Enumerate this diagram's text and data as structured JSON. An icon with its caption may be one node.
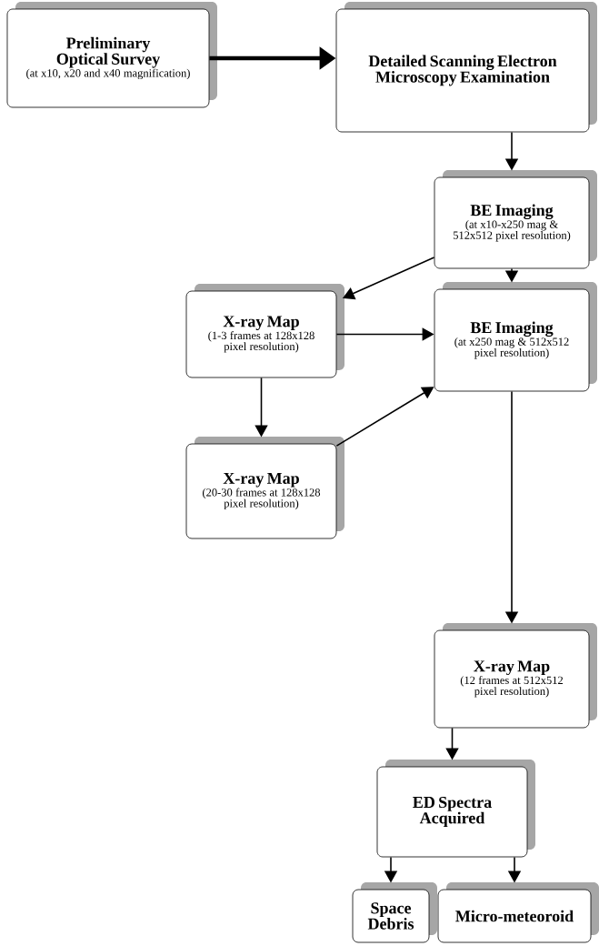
{
  "diagram": {
    "nodes": [
      {
        "text": [
          "Preliminary Optical Survey",
          "(at x10, x20 and x40 magnification)"
        ]
      },
      {
        "text": [
          "Detailed Scanning Electron Microscopy Examination"
        ]
      },
      {
        "text": [
          "BE Imaging",
          "(at x10-x250 mag & 512x512 pixel resolution)"
        ]
      },
      {
        "text": [
          "X-ray Map",
          "(1-3 frames at 128x128 pixel resolution)"
        ]
      },
      {
        "text": [
          "BE Imaging",
          "(at x250 mag & 512x512 pixel resolution)"
        ]
      },
      {
        "text": [
          "X-ray Map",
          "(20-30 frames at 128x128 pixel resolution)"
        ]
      },
      {
        "text": [
          "X-ray Map",
          "(12 frames at 512x512 pixel resolution)"
        ]
      },
      {
        "text": [
          "ED Spectra Acquired"
        ]
      },
      {
        "text": [
          "Space Debris"
        ]
      },
      {
        "text": [
          "Micro-meteoroid"
        ]
      }
    ],
    "edges": [
      {
        "from": 0,
        "to": 1,
        "arrow": "to",
        "style": "thick"
      },
      {
        "from": 1,
        "to": 2,
        "arrow": "to"
      },
      {
        "from": 2,
        "to": 3,
        "arrow": "to"
      },
      {
        "from": 2,
        "to": 4,
        "arrow": "to"
      },
      {
        "from": 3,
        "to": 4,
        "arrow": "to"
      },
      {
        "from": 3,
        "to": 5,
        "arrow": "to"
      },
      {
        "from": 5,
        "to": 4,
        "arrow": "to"
      },
      {
        "from": 4,
        "to": 6,
        "arrow": "to"
      },
      {
        "from": 6,
        "to": 7,
        "arrow": "to"
      },
      {
        "from": 7,
        "to": 8,
        "arrow": "to"
      },
      {
        "from": 7,
        "to": 9,
        "arrow": "to"
      }
    ]
  }
}
